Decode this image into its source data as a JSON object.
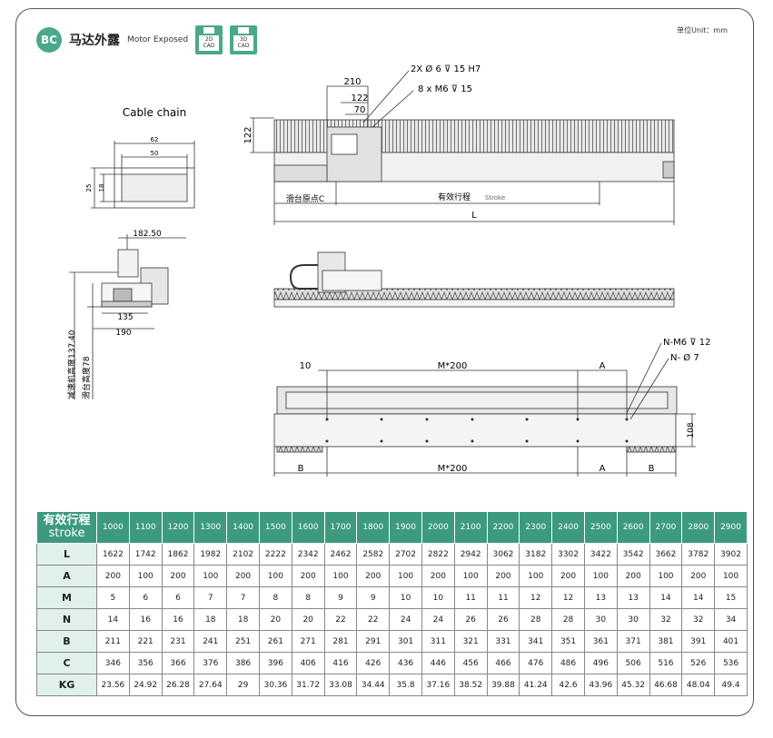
{
  "header": {
    "badge": "BC",
    "title_cn": "马达外露",
    "title_en": "Motor Exposed",
    "cad_2d": [
      "2D",
      "CAD"
    ],
    "cad_3d": [
      "3D",
      "CAD"
    ],
    "unit": "单位Unit：mm"
  },
  "drawing": {
    "cable_chain_label": "Cable chain",
    "dim_62": "62",
    "dim_50": "50",
    "dim_25": "25",
    "dim_18": "18",
    "dim_182_50": "182.50",
    "dim_135": "135",
    "dim_190": "190",
    "label_reducer_height": "减速机高度137.40",
    "label_slide_height": "滑台高度78",
    "dim_210": "210",
    "dim_122a": "122",
    "dim_70": "70",
    "dim_122b": "122",
    "note_pin": "2X Ø 6 ⊽ 15 H7",
    "note_thread": "8 x M6 ⊽ 15",
    "label_origin": "滑台原点C",
    "label_stroke_cn": "有效行程",
    "label_stroke_en": "Stroke",
    "dim_L": "L",
    "dim_10": "10",
    "dim_M200_top": "M*200",
    "dim_A_top": "A",
    "note_n_m6": "N-M6 ⊽ 12",
    "note_n_phi": "N- Ø 7",
    "dim_108": "108",
    "dim_B_left": "B",
    "dim_M200_bottom": "M*200",
    "dim_A_bottom": "A",
    "dim_B_right": "B"
  },
  "table": {
    "header_label_cn": "有效行程",
    "header_label_en": "stroke",
    "strokes": [
      "1000",
      "1100",
      "1200",
      "1300",
      "1400",
      "1500",
      "1600",
      "1700",
      "1800",
      "1900",
      "2000",
      "2100",
      "2200",
      "2300",
      "2400",
      "2500",
      "2600",
      "2700",
      "2800",
      "2900"
    ],
    "rows": [
      {
        "label": "L",
        "values": [
          "1622",
          "1742",
          "1862",
          "1982",
          "2102",
          "2222",
          "2342",
          "2462",
          "2582",
          "2702",
          "2822",
          "2942",
          "3062",
          "3182",
          "3302",
          "3422",
          "3542",
          "3662",
          "3782",
          "3902"
        ]
      },
      {
        "label": "A",
        "values": [
          "200",
          "100",
          "200",
          "100",
          "200",
          "100",
          "200",
          "100",
          "200",
          "100",
          "200",
          "100",
          "200",
          "100",
          "200",
          "100",
          "200",
          "100",
          "200",
          "100"
        ]
      },
      {
        "label": "M",
        "values": [
          "5",
          "6",
          "6",
          "7",
          "7",
          "8",
          "8",
          "9",
          "9",
          "10",
          "10",
          "11",
          "11",
          "12",
          "12",
          "13",
          "13",
          "14",
          "14",
          "15"
        ]
      },
      {
        "label": "N",
        "values": [
          "14",
          "16",
          "16",
          "18",
          "18",
          "20",
          "20",
          "22",
          "22",
          "24",
          "24",
          "26",
          "26",
          "28",
          "28",
          "30",
          "30",
          "32",
          "32",
          "34"
        ]
      },
      {
        "label": "B",
        "values": [
          "211",
          "221",
          "231",
          "241",
          "251",
          "261",
          "271",
          "281",
          "291",
          "301",
          "311",
          "321",
          "331",
          "341",
          "351",
          "361",
          "371",
          "381",
          "391",
          "401"
        ]
      },
      {
        "label": "C",
        "values": [
          "346",
          "356",
          "366",
          "376",
          "386",
          "396",
          "406",
          "416",
          "426",
          "436",
          "446",
          "456",
          "466",
          "476",
          "486",
          "496",
          "506",
          "516",
          "526",
          "536"
        ]
      },
      {
        "label": "KG",
        "values": [
          "23.56",
          "24.92",
          "26.28",
          "27.64",
          "29",
          "30.36",
          "31.72",
          "33.08",
          "34.44",
          "35.8",
          "37.16",
          "38.52",
          "39.88",
          "41.24",
          "42.6",
          "43.96",
          "45.32",
          "46.68",
          "48.04",
          "49.4"
        ]
      }
    ]
  }
}
